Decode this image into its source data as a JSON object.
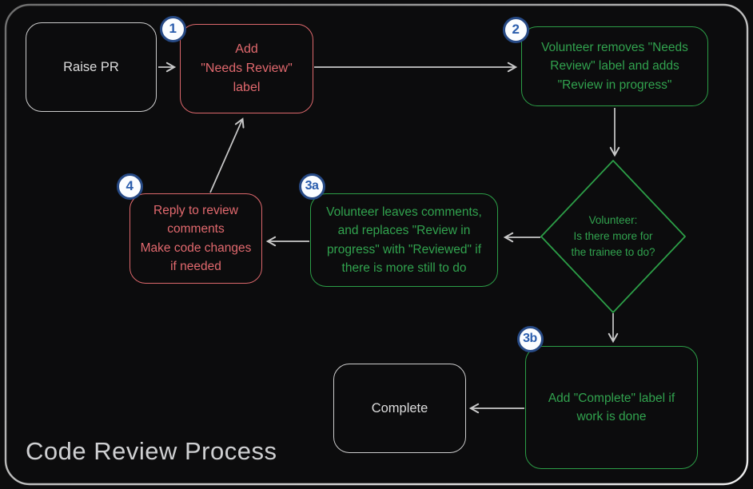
{
  "title": "Code Review Process",
  "nodes": {
    "raise_pr": {
      "label": "Raise PR"
    },
    "add_needs_review": {
      "step": "1",
      "label": "Add\n\"Needs Review\"\nlabel"
    },
    "volunteer_removes": {
      "step": "2",
      "label": "Volunteer removes \"Needs\nReview\" label and adds\n\"Review in progress\""
    },
    "decision": {
      "label": "Volunteer:\nIs there more for\nthe trainee to do?"
    },
    "volunteer_leaves": {
      "step": "3a",
      "label": "Volunteer leaves comments,\nand replaces \"Review in\nprogress\" with \"Reviewed\" if\nthere is more still to do"
    },
    "reply_to_comments": {
      "step": "4",
      "label": "Reply to review\ncomments\nMake code changes\nif needed"
    },
    "add_complete": {
      "step": "3b",
      "label": "Add \"Complete\" label if\nwork is done"
    },
    "complete": {
      "label": "Complete"
    }
  },
  "edges": [
    {
      "from": "raise_pr",
      "to": "add_needs_review"
    },
    {
      "from": "add_needs_review",
      "to": "volunteer_removes"
    },
    {
      "from": "volunteer_removes",
      "to": "decision"
    },
    {
      "from": "decision",
      "to": "volunteer_leaves"
    },
    {
      "from": "volunteer_leaves",
      "to": "reply_to_comments"
    },
    {
      "from": "reply_to_comments",
      "to": "add_needs_review"
    },
    {
      "from": "decision",
      "to": "add_complete"
    },
    {
      "from": "add_complete",
      "to": "complete"
    }
  ],
  "colors": {
    "background": "#0c0c0d",
    "red_node": "#e2696e",
    "green_node": "#2c9e47",
    "neutral_node": "#dcdcdc",
    "arrow": "#c9c9c9",
    "badge_ring": "#274a85",
    "badge_text": "#2a5dad",
    "badge_fill": "#fbfdff",
    "title_text": "#cfd0d2"
  }
}
